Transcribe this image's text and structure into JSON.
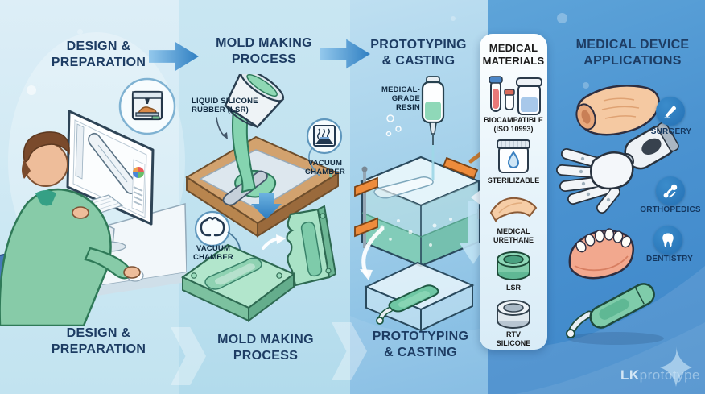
{
  "steps": {
    "design": {
      "line1": "DESIGN &",
      "line2": "PREPARATION"
    },
    "mold": {
      "line1": "MOLD MAKING",
      "line2": "PROCESS"
    },
    "casting": {
      "line1": "PROTOTYPING",
      "line2": "& CASTING"
    },
    "applications": {
      "line1": "MEDICAL DEVICE",
      "line2": "APPLICATIONS"
    }
  },
  "annotations": {
    "liquid_silicone": {
      "line1": "LIQUID SILICONE",
      "line2": "RUBBER (LSR)"
    },
    "vacuum_chamber_top": {
      "line1": "VACUUM",
      "line2": "CHAMBER"
    },
    "vacuum_chamber_bottom": {
      "line1": "VACUUM",
      "line2": "CHAMBER"
    },
    "medical_grade_resin": {
      "line1": "MEDICAL-GRADE",
      "line2": "RESIN"
    }
  },
  "materials_panel": {
    "title_line1": "MEDICAL",
    "title_line2": "MATERIALS",
    "items": [
      {
        "icon": "specimen-containers-icon",
        "line1": "BIOCAMPATIBLE",
        "line2": "(ISO 10993)"
      },
      {
        "icon": "sterile-jar-icon",
        "line1": "STERILIZABLE",
        "line2": ""
      },
      {
        "icon": "urethane-sheet-icon",
        "line1": "MEDICAL",
        "line2": "URETHANE"
      },
      {
        "icon": "lsr-ring-icon",
        "line1": "LSR",
        "line2": ""
      },
      {
        "icon": "rtv-ring-icon",
        "line1": "RTV",
        "line2": "SILICONE"
      }
    ]
  },
  "applications_badges": [
    {
      "icon": "scalpel-icon",
      "label": "SURGERY"
    },
    {
      "icon": "joint-icon",
      "label": "ORTHOPEDICS"
    },
    {
      "icon": "tooth-icon",
      "label": "DENTISTRY"
    }
  ],
  "watermark": {
    "bold": "LK",
    "light": "prototype"
  },
  "colors": {
    "header_navy": "#1d3c63",
    "panel_text": "#1b1b1b",
    "arrow_blue": "#2f7fc2",
    "badge_blue": "#2a7cc0",
    "silicone_green": "#7fd2ae",
    "clamp_orange": "#e8873a",
    "wood_tan": "#d2a26e"
  }
}
